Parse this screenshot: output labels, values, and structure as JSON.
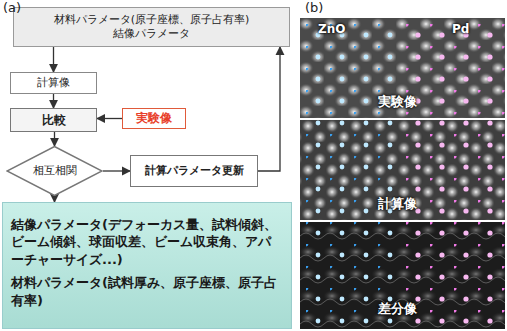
{
  "diagram": {
    "nodes": [
      {
        "text": [
          "材料パラメータ(原子座標、原子占有率)",
          "結像パラメータ"
        ]
      },
      {
        "text": [
          "計算像"
        ]
      },
      {
        "text": [
          "比較"
        ]
      },
      {
        "text": [
          "実験像"
        ]
      },
      {
        "text": [
          "相互相関"
        ]
      },
      {
        "text": [
          "計算パラメータ更新"
        ]
      },
      {
        "text": [
          "結像パラメータ(デフォーカス量、試料傾斜、ビーム傾斜、球面収差、ビーム収束角、アパーチャーサイズ...)",
          "材料パラメータ(試料厚み、原子座標、原子占有率)"
        ]
      }
    ],
    "edges": [
      {
        "from": 0,
        "to": 1,
        "arrow": "to"
      },
      {
        "from": 1,
        "to": 2,
        "arrow": "to"
      },
      {
        "from": 3,
        "to": 2,
        "arrow": "to"
      },
      {
        "from": 2,
        "to": 4,
        "arrow": "to"
      },
      {
        "from": 4,
        "to": 5,
        "arrow": "to"
      },
      {
        "from": 4,
        "to": 6,
        "arrow": "to"
      },
      {
        "from": 5,
        "to": 0,
        "arrow": "to"
      }
    ],
    "labels": [
      "(a)",
      "(b)",
      "ZnO",
      "Pd",
      "実験像",
      "計算像",
      "差分像"
    ]
  }
}
